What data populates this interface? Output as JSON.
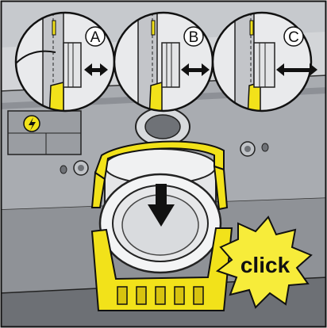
{
  "illustration": {
    "callouts": [
      {
        "letter": "A"
      },
      {
        "letter": "B"
      },
      {
        "letter": "C"
      }
    ],
    "click_label": "click",
    "icons": [
      "electrical-hazard-icon",
      "down-arrow-icon",
      "double-arrow-icon",
      "click-starburst-icon"
    ]
  },
  "colors": {
    "panel_gray": "#b9bcc1",
    "panel_dark": "#8d9096",
    "clip_yellow": "#f2e21a",
    "callout_bg": "#e9eaec",
    "text": "#111111"
  }
}
